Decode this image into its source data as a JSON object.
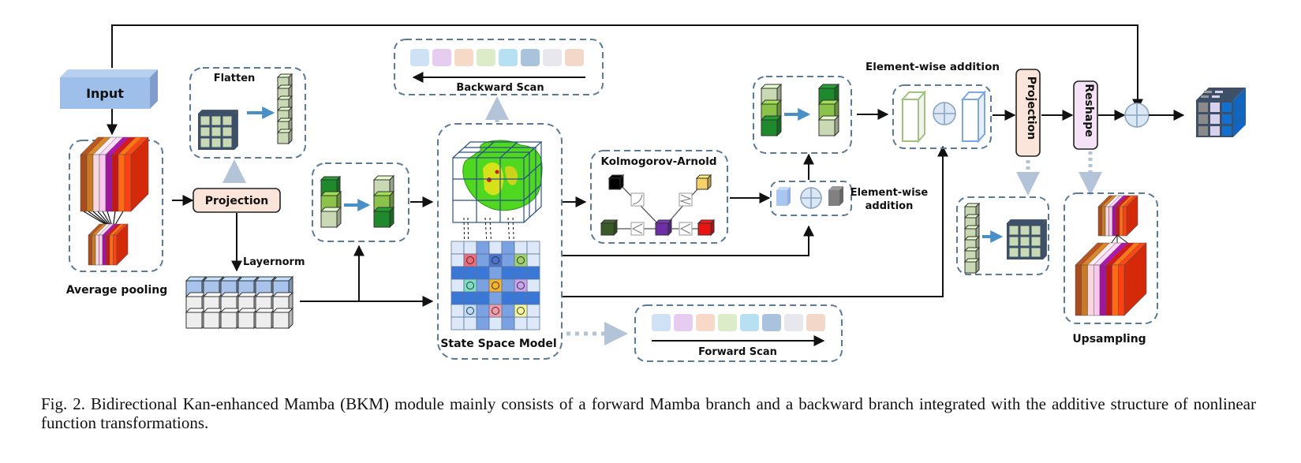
{
  "figure": {
    "labels": {
      "input": "Input",
      "average_pooling": "Average pooling",
      "flatten": "Flatten",
      "projection_1": "Projection",
      "layernorm": "Layernorm",
      "backward_scan": "Backward Scan",
      "state_space_model": "State Space Model",
      "forward_scan": "Forward Scan",
      "kolmogorov_arnold": "Kolmogorov-Arnold",
      "elementwise_addition_top": "Element-wise addition",
      "elementwise_addition_mid_line1": "Element-wise",
      "elementwise_addition_mid_line2": "addition",
      "projection_2": "Projection",
      "reshape": "Reshape",
      "upsampling": "Upsampling"
    },
    "colors": {
      "input_block": "#9dbfe9",
      "projection_fill": "#fbe5da",
      "reshape_fill": "#f6e2f7",
      "dashed_border": "#5a7a96",
      "dotted_arrow": "#b3c4d8",
      "flow_arrow": "#4a90c8",
      "circle_plus_fill": "#dbe7f4"
    },
    "scan_tokens": [
      "#cfe2f5",
      "#e6cdf0",
      "#f7d9c7",
      "#dcebc8",
      "#b7e0f2",
      "#a9c3dc",
      "#e9e7ee",
      "#f3d7c8"
    ],
    "pooling_stripes": [
      "#a94c1e",
      "#c97a22",
      "#f8d6de",
      "#f9c7ef",
      "#a0159e",
      "#c41818",
      "#ff6a12",
      "#ff4010"
    ],
    "kan_nodes": {
      "top_left": "#000000",
      "top_right": "#f6d268",
      "bottom_left": "#3a5a28",
      "center": "#6c2fa6",
      "bottom_right": "#e81414"
    }
  },
  "caption": {
    "text": "Fig. 2.  Bidirectional Kan-enhanced Mamba (BKM) module mainly consists of a forward Mamba branch and a backward branch integrated with the additive structure of nonlinear function transformations."
  }
}
